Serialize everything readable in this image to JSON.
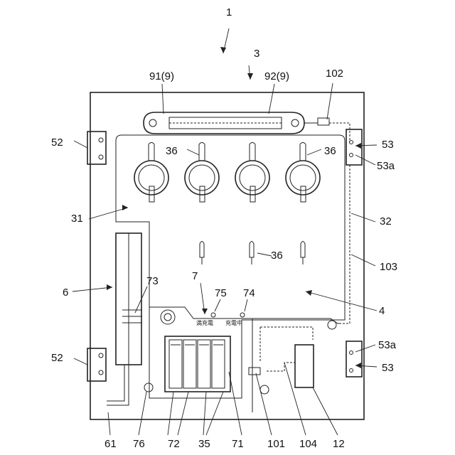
{
  "labels": {
    "main": "1",
    "ref_3": "3",
    "lamp_left": "91(9)",
    "lamp_right": "92(9)",
    "connector": "102",
    "hinge_top_left": "52",
    "hinge_bottom_left": "52",
    "hinge_top_right": "53",
    "hinge_top_right_hole": "53a",
    "hinge_bottom_right": "53",
    "hinge_bottom_right_hole": "53a",
    "hook_top_left": "36",
    "hook_top_right": "36",
    "hook_bottom": "36",
    "panel_left": "31",
    "panel_right": "32",
    "wire": "103",
    "side_unit": "6",
    "charger": "7",
    "ref_73": "73",
    "ref_75": "75",
    "ref_74": "74",
    "ref_4": "4",
    "bottom_61": "61",
    "bottom_76": "76",
    "bottom_72": "72",
    "bottom_35": "35",
    "bottom_71": "71",
    "bottom_101": "101",
    "bottom_104": "104",
    "bottom_12": "12",
    "lamp_text_left": "満充電",
    "lamp_text_right": "充電中"
  }
}
